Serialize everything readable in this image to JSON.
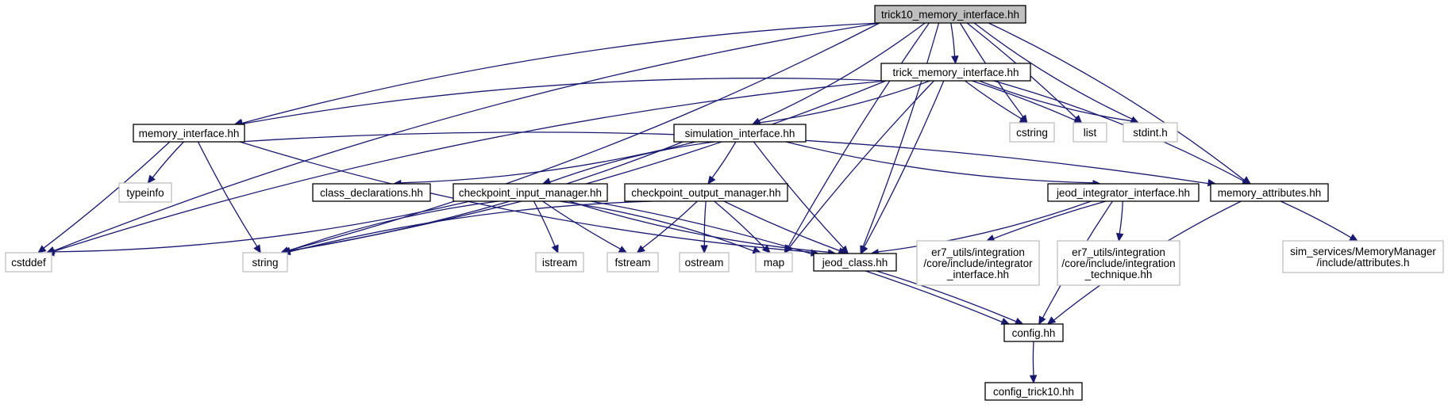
{
  "diagram": {
    "type": "include-dependency-graph",
    "colors": {
      "edge": "#191970",
      "root_fill": "#bfbfbf",
      "node_border": "#000000",
      "external_border": "#bfbfbf"
    },
    "nodes": [
      {
        "id": "root",
        "label": "trick10_memory_interface.hh",
        "kind": "root"
      },
      {
        "id": "tmi",
        "label": "trick_memory_interface.hh",
        "kind": "file"
      },
      {
        "id": "mi",
        "label": "memory_interface.hh",
        "kind": "file"
      },
      {
        "id": "si",
        "label": "simulation_interface.hh",
        "kind": "file"
      },
      {
        "id": "cstring",
        "label": "cstring",
        "kind": "external"
      },
      {
        "id": "list",
        "label": "list",
        "kind": "external"
      },
      {
        "id": "stdint",
        "label": "stdint.h",
        "kind": "external"
      },
      {
        "id": "typeinfo",
        "label": "typeinfo",
        "kind": "external"
      },
      {
        "id": "cd",
        "label": "class_declarations.hh",
        "kind": "file"
      },
      {
        "id": "cim",
        "label": "checkpoint_input_manager.hh",
        "kind": "file"
      },
      {
        "id": "com",
        "label": "checkpoint_output_manager.hh",
        "kind": "file"
      },
      {
        "id": "jii",
        "label": "jeod_integrator_interface.hh",
        "kind": "file"
      },
      {
        "id": "ma",
        "label": "memory_attributes.hh",
        "kind": "file"
      },
      {
        "id": "cstddef",
        "label": "cstddef",
        "kind": "external"
      },
      {
        "id": "string",
        "label": "string",
        "kind": "external"
      },
      {
        "id": "istream",
        "label": "istream",
        "kind": "external"
      },
      {
        "id": "fstream",
        "label": "fstream",
        "kind": "external"
      },
      {
        "id": "ostream",
        "label": "ostream",
        "kind": "external"
      },
      {
        "id": "map",
        "label": "map",
        "kind": "external"
      },
      {
        "id": "jc",
        "label": "jeod_class.hh",
        "kind": "file"
      },
      {
        "id": "er7ii",
        "label": [
          "er7_utils/integration",
          "/core/include/integrator",
          "_interface.hh"
        ],
        "kind": "external"
      },
      {
        "id": "er7it",
        "label": [
          "er7_utils/integration",
          "/core/include/integration",
          "_technique.hh"
        ],
        "kind": "external"
      },
      {
        "id": "simattr",
        "label": [
          "sim_services/MemoryManager",
          "/include/attributes.h"
        ],
        "kind": "external"
      },
      {
        "id": "config",
        "label": "config.hh",
        "kind": "file"
      },
      {
        "id": "cfgt10",
        "label": "config_trick10.hh",
        "kind": "file"
      }
    ],
    "edges": [
      [
        "root",
        "tmi"
      ],
      [
        "root",
        "mi"
      ],
      [
        "root",
        "si"
      ],
      [
        "root",
        "cstring"
      ],
      [
        "root",
        "list"
      ],
      [
        "root",
        "stdint"
      ],
      [
        "root",
        "ma"
      ],
      [
        "root",
        "cstddef"
      ],
      [
        "root",
        "string"
      ],
      [
        "root",
        "map"
      ],
      [
        "root",
        "jc"
      ],
      [
        "tmi",
        "mi"
      ],
      [
        "tmi",
        "si"
      ],
      [
        "tmi",
        "cstring"
      ],
      [
        "tmi",
        "list"
      ],
      [
        "tmi",
        "stdint"
      ],
      [
        "tmi",
        "ma"
      ],
      [
        "tmi",
        "cstddef"
      ],
      [
        "tmi",
        "string"
      ],
      [
        "tmi",
        "map"
      ],
      [
        "tmi",
        "jc"
      ],
      [
        "mi",
        "typeinfo"
      ],
      [
        "mi",
        "cstddef"
      ],
      [
        "mi",
        "string"
      ],
      [
        "mi",
        "ma"
      ],
      [
        "mi",
        "jc"
      ],
      [
        "si",
        "cd"
      ],
      [
        "si",
        "cim"
      ],
      [
        "si",
        "com"
      ],
      [
        "si",
        "jii"
      ],
      [
        "si",
        "string"
      ],
      [
        "si",
        "jc"
      ],
      [
        "cim",
        "cstddef"
      ],
      [
        "cim",
        "string"
      ],
      [
        "cim",
        "istream"
      ],
      [
        "cim",
        "fstream"
      ],
      [
        "cim",
        "map"
      ],
      [
        "cim",
        "jc"
      ],
      [
        "cim",
        "config"
      ],
      [
        "com",
        "string"
      ],
      [
        "com",
        "fstream"
      ],
      [
        "com",
        "ostream"
      ],
      [
        "com",
        "map"
      ],
      [
        "com",
        "jc"
      ],
      [
        "jii",
        "jc"
      ],
      [
        "jii",
        "er7ii"
      ],
      [
        "jii",
        "er7it"
      ],
      [
        "jii",
        "config"
      ],
      [
        "ma",
        "simattr"
      ],
      [
        "ma",
        "config"
      ],
      [
        "jc",
        "config"
      ],
      [
        "config",
        "cfgt10"
      ]
    ]
  }
}
